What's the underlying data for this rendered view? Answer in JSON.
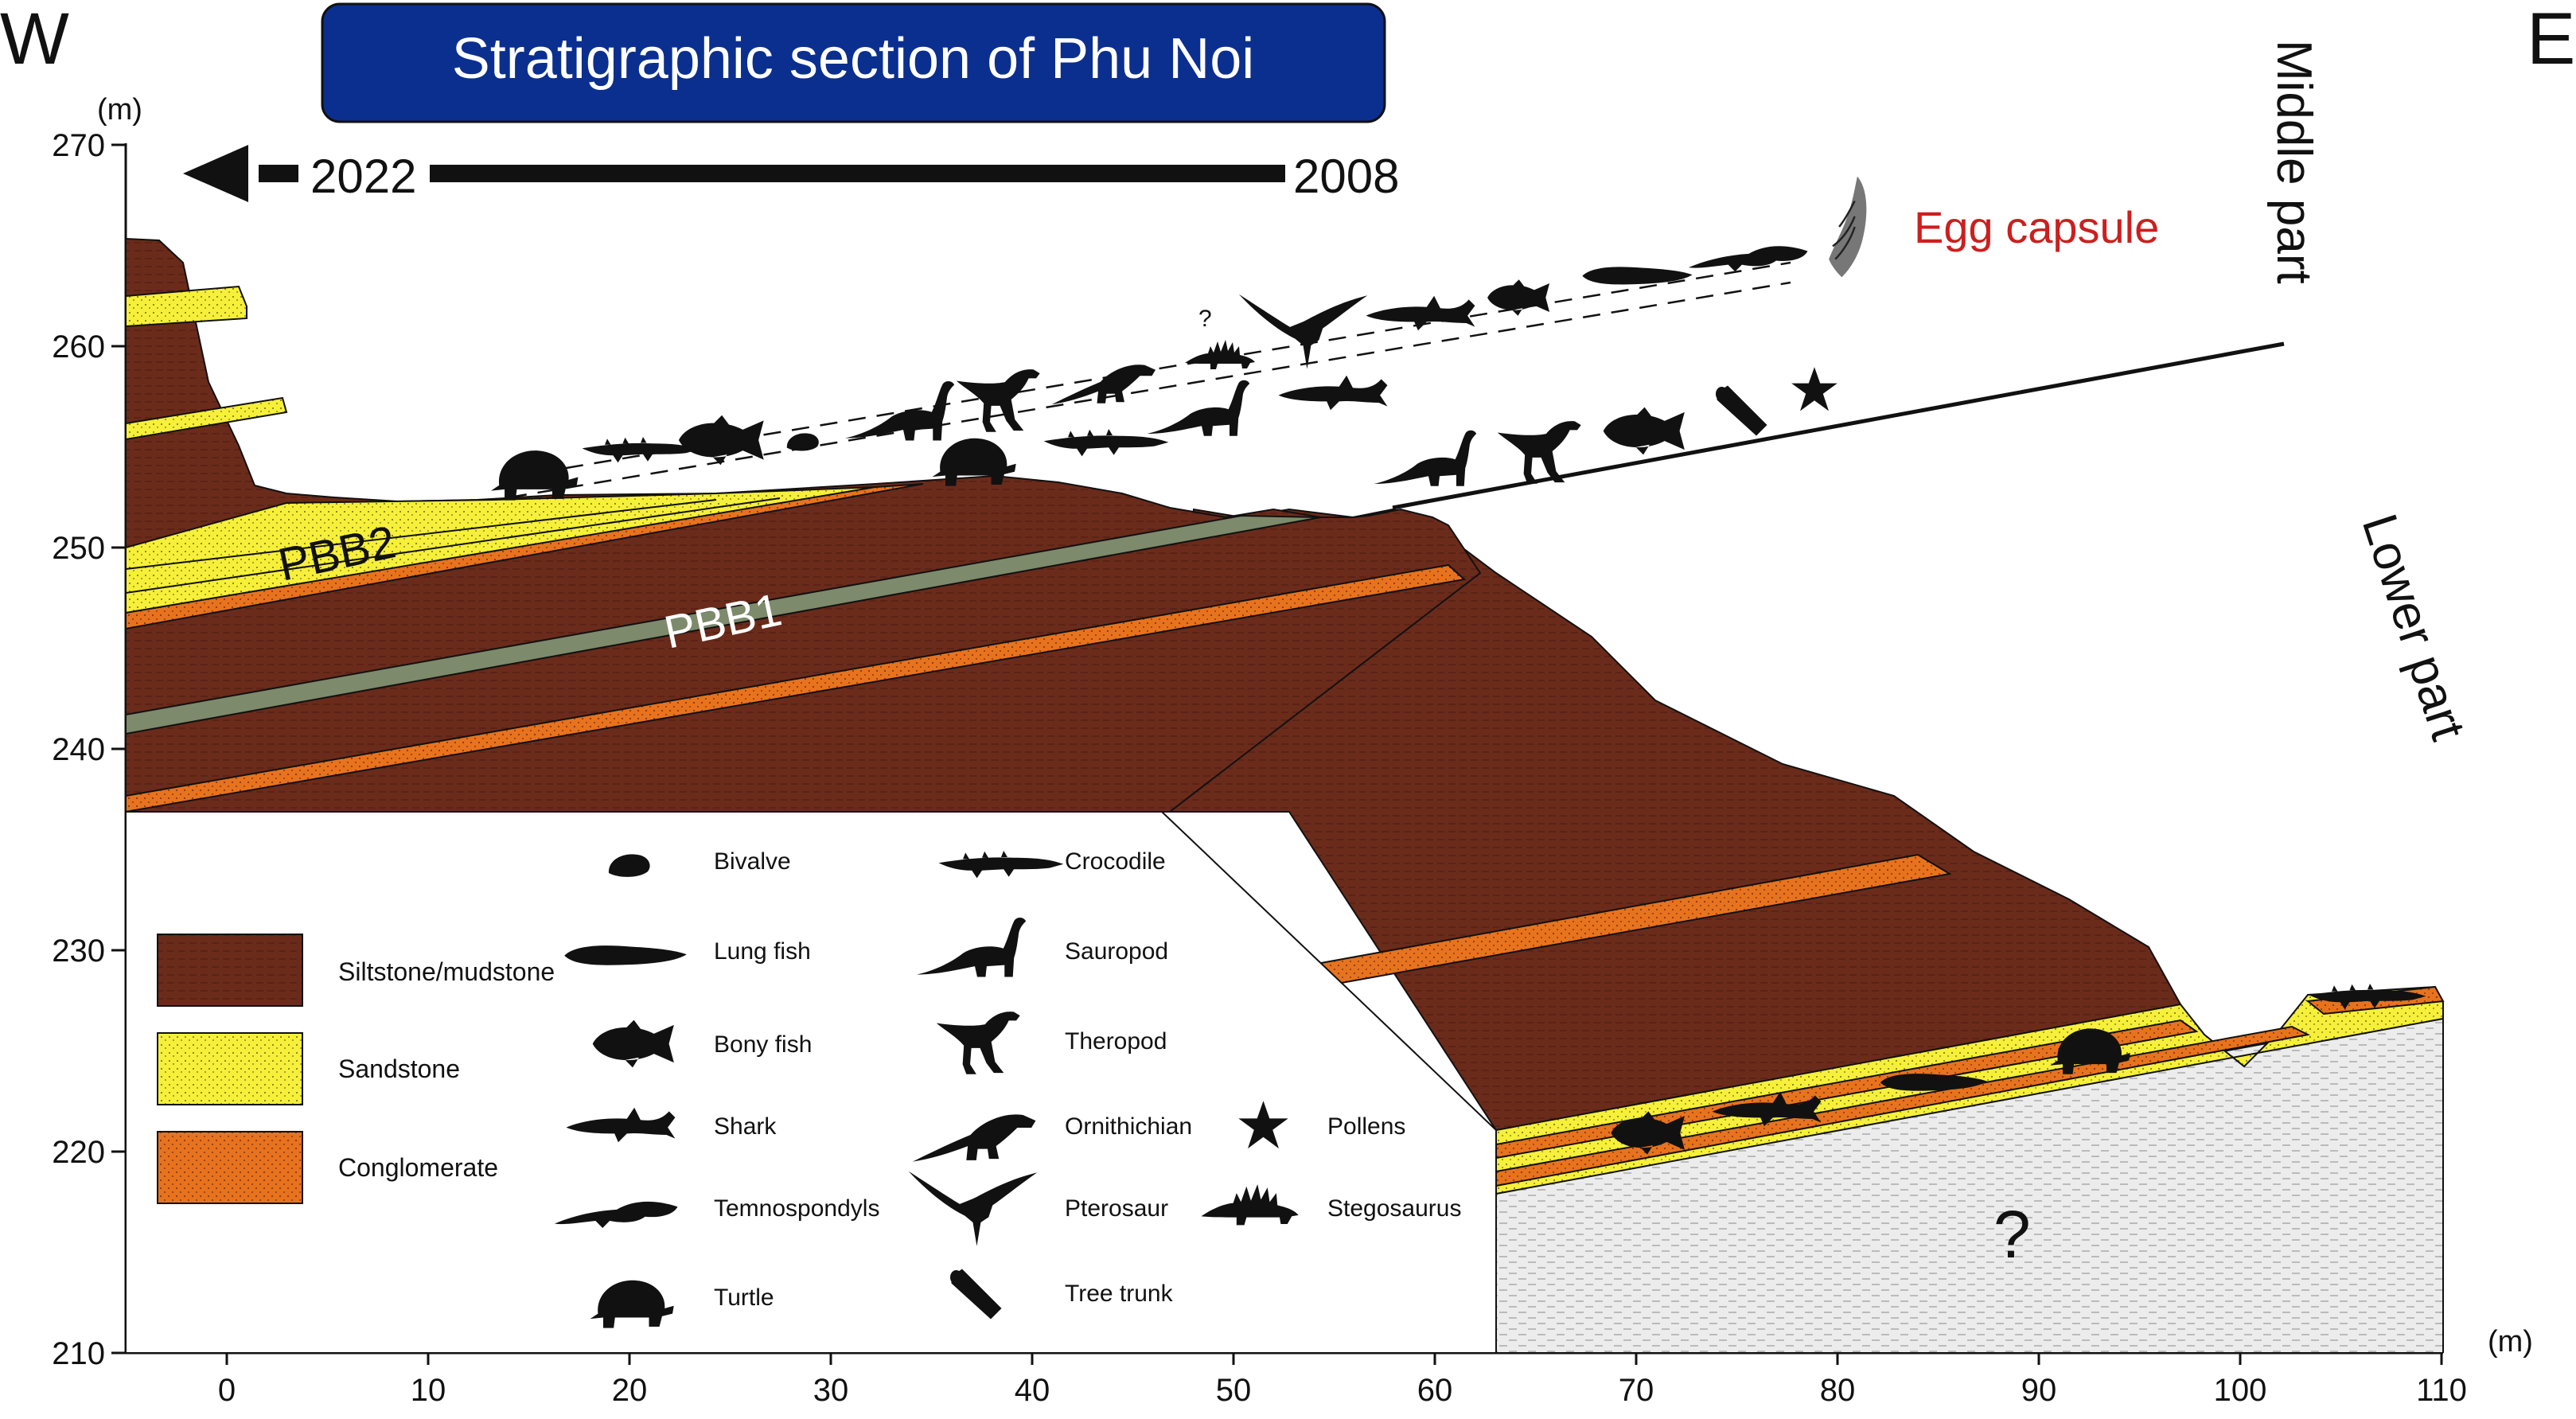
{
  "colors": {
    "siltstone": "#6b2b1b",
    "sandstone": "#f6f03b",
    "conglomerate": "#e8731e",
    "pbb1_bed": "#7d8a6b",
    "title_bg": "#0b2f8f",
    "egg_label": "#cc1f1f",
    "basement": "#e9e9e9"
  },
  "compass": {
    "west": "W",
    "east": "E"
  },
  "title": "Stratigraphic section of Phu Noi",
  "timeline": {
    "start_year": "2022",
    "end_year": "2008"
  },
  "y_axis": {
    "unit": "(m)",
    "ticks": [
      {
        "value": 270,
        "label": "270"
      },
      {
        "value": 260,
        "label": "260"
      },
      {
        "value": 250,
        "label": "250"
      },
      {
        "value": 240,
        "label": "240"
      },
      {
        "value": 230,
        "label": "230"
      },
      {
        "value": 220,
        "label": "220"
      },
      {
        "value": 210,
        "label": "210"
      }
    ]
  },
  "x_axis": {
    "unit": "(m)",
    "ticks": [
      {
        "value": 0,
        "label": "0"
      },
      {
        "value": 10,
        "label": "10"
      },
      {
        "value": 20,
        "label": "20"
      },
      {
        "value": 30,
        "label": "30"
      },
      {
        "value": 40,
        "label": "40"
      },
      {
        "value": 50,
        "label": "50"
      },
      {
        "value": 60,
        "label": "60"
      },
      {
        "value": 70,
        "label": "70"
      },
      {
        "value": 80,
        "label": "80"
      },
      {
        "value": 90,
        "label": "90"
      },
      {
        "value": 100,
        "label": "100"
      },
      {
        "value": 110,
        "label": "110"
      }
    ]
  },
  "parts": {
    "middle": "Middle part",
    "lower": "Lower part"
  },
  "beds": {
    "pbb1": "PBB1",
    "pbb2": "PBB2"
  },
  "egg_capsule": "Egg capsule",
  "unknown_basement": "?",
  "stegosaurus_query": "?",
  "legend": {
    "lithology": [
      {
        "label": "Siltstone/mudstone",
        "color_key": "siltstone"
      },
      {
        "label": "Sandstone",
        "color_key": "sandstone"
      },
      {
        "label": "Conglomerate",
        "color_key": "conglomerate"
      }
    ],
    "fossils_col1": [
      {
        "label": "Bivalve",
        "icon": "bivalve-icon"
      },
      {
        "label": "Lung fish",
        "icon": "lungfish-icon"
      },
      {
        "label": "Bony fish",
        "icon": "bony-fish-icon"
      },
      {
        "label": "Shark",
        "icon": "shark-icon"
      },
      {
        "label": "Temnospondyls",
        "icon": "temnospondyl-icon"
      },
      {
        "label": "Turtle",
        "icon": "turtle-icon"
      }
    ],
    "fossils_col2": [
      {
        "label": "Crocodile",
        "icon": "crocodile-icon"
      },
      {
        "label": "Sauropod",
        "icon": "sauropod-icon"
      },
      {
        "label": "Theropod",
        "icon": "theropod-icon"
      },
      {
        "label": "Ornithichian",
        "icon": "ornithischian-icon"
      },
      {
        "label": "Pterosaur",
        "icon": "pterosaur-icon"
      },
      {
        "label": "Tree trunk",
        "icon": "tree-trunk-icon"
      }
    ],
    "fossils_col3": [
      {
        "label": "Pollens",
        "icon": "star-icon"
      },
      {
        "label": "Stegosaurus",
        "icon": "stegosaurus-icon"
      }
    ]
  }
}
